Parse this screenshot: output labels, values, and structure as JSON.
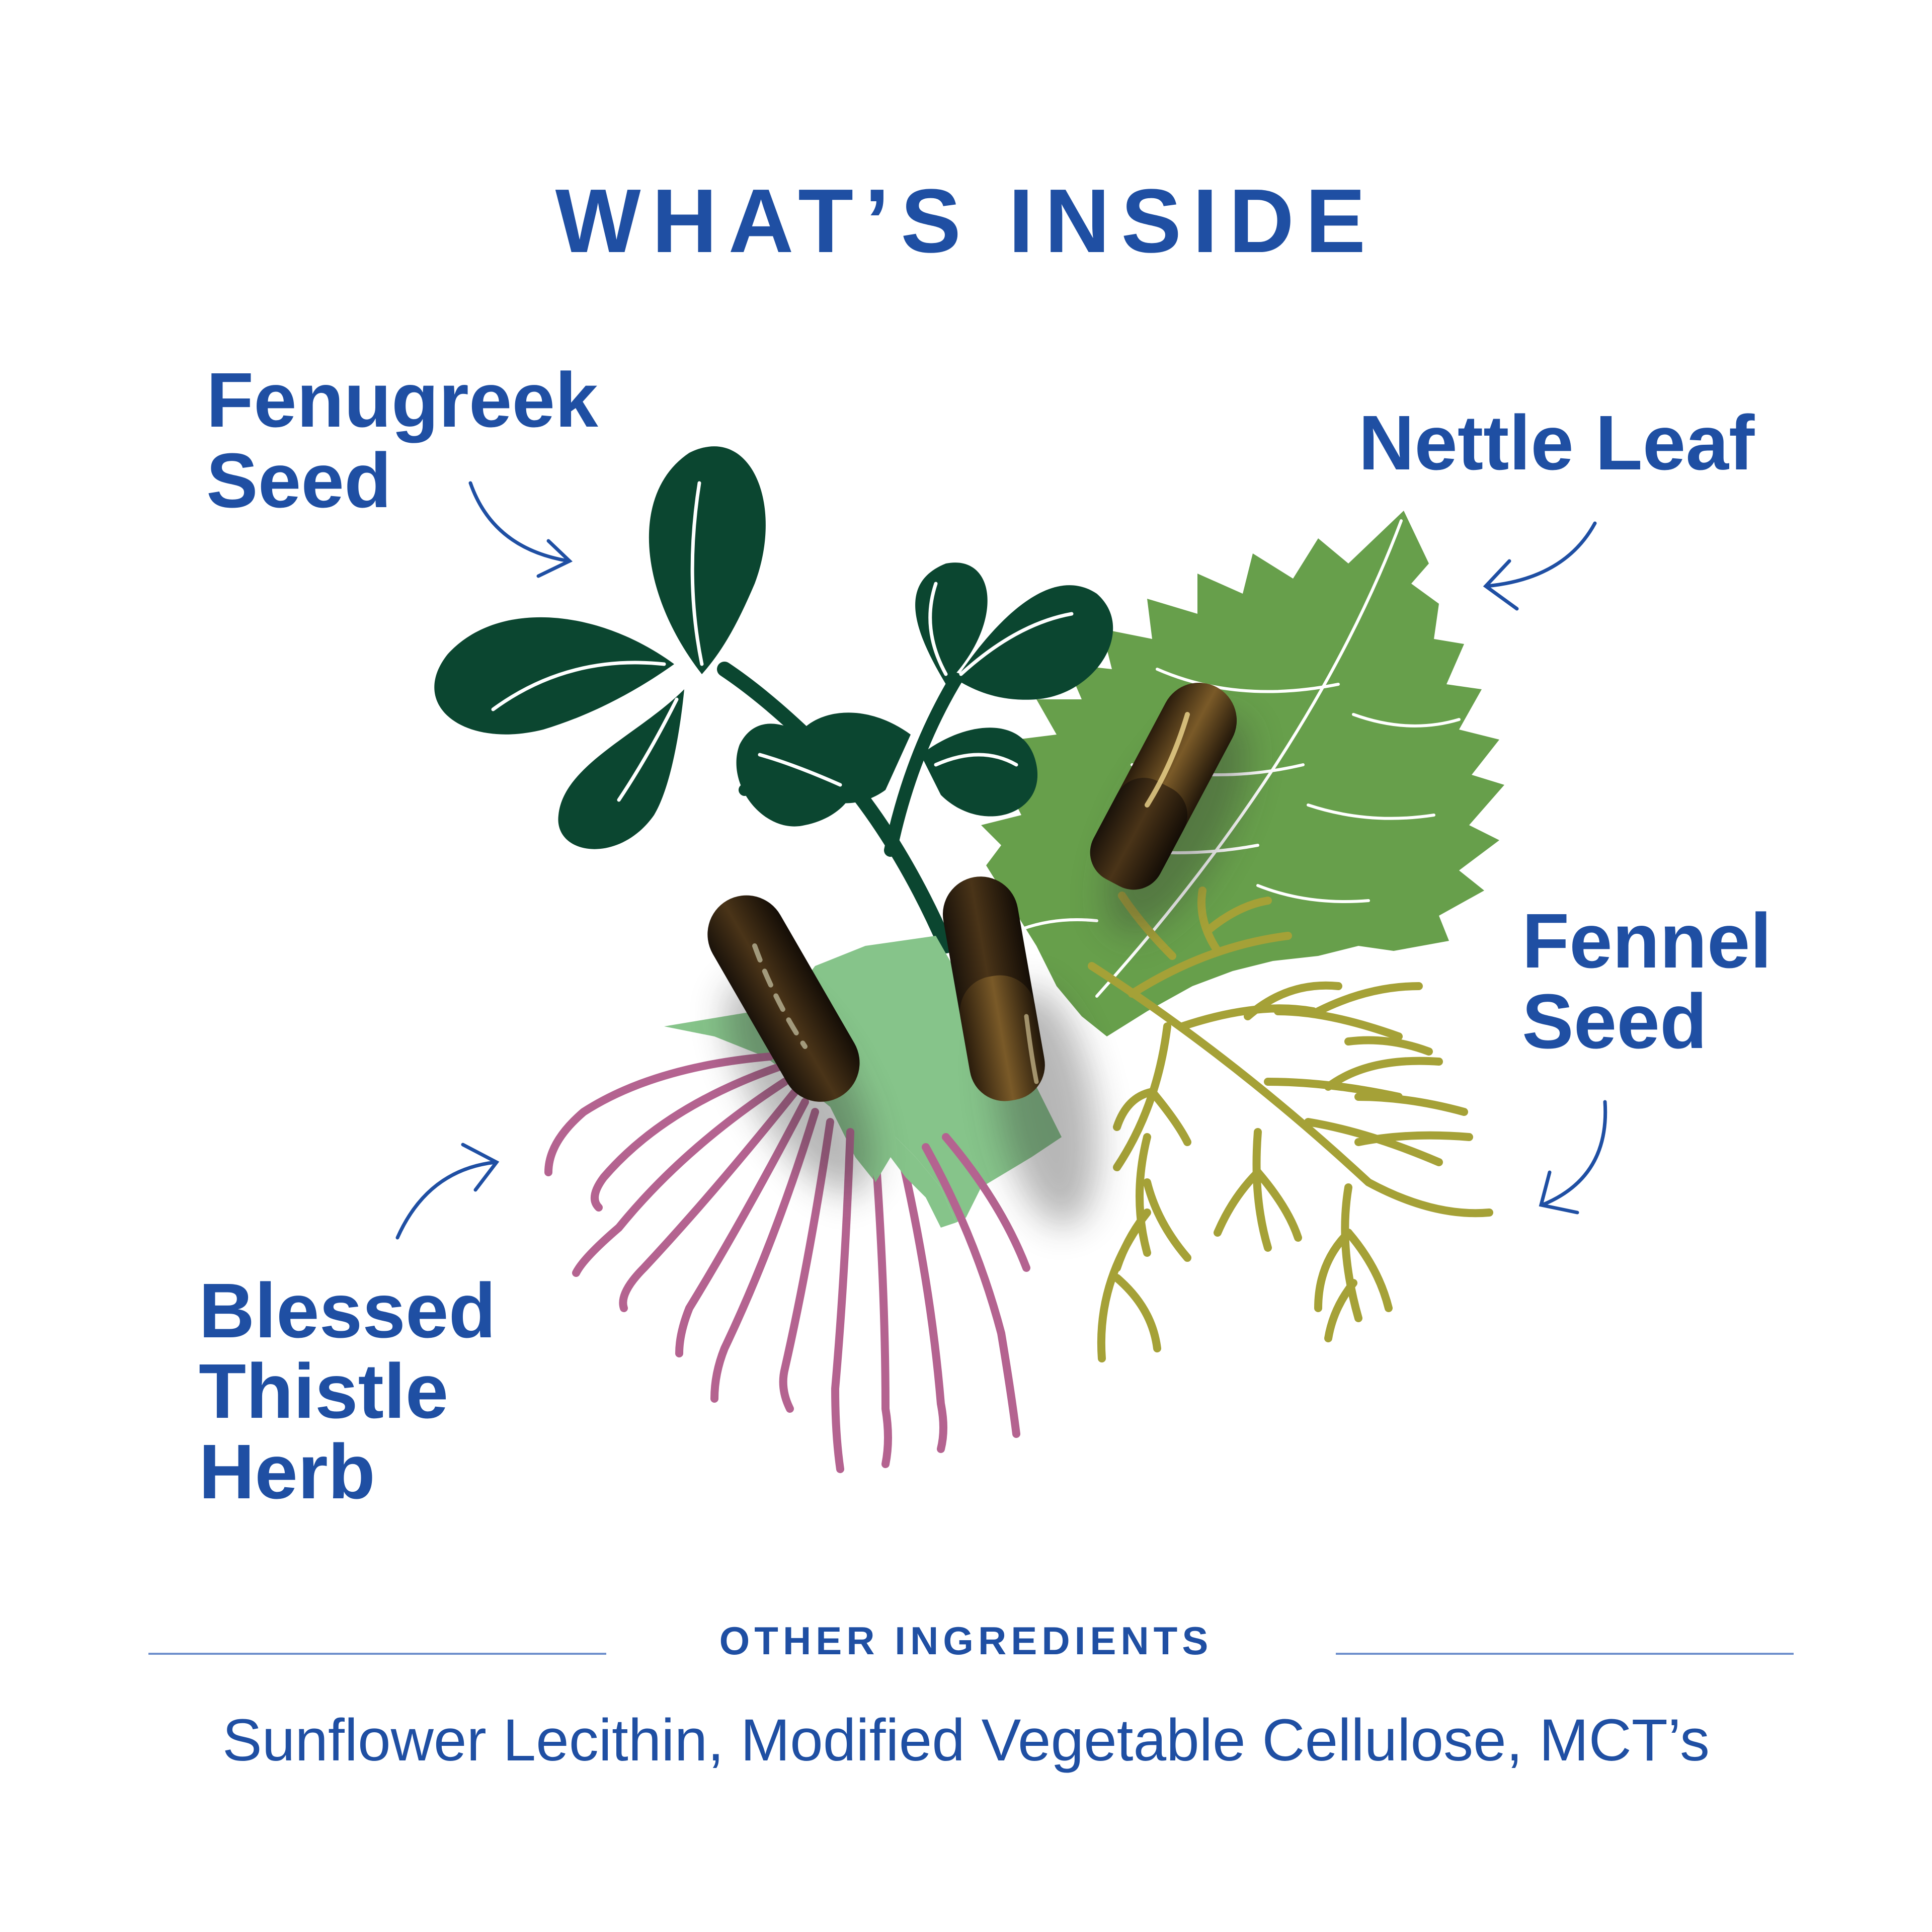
{
  "heading": "WHAT’S INSIDE",
  "ingredients": {
    "fenugreek": "Fenugreek\nSeed",
    "nettle": "Nettle Leaf",
    "fennel": "Fennel\nSeed",
    "thistle": "Blessed\nThistle\nHerb"
  },
  "other": {
    "heading": "OTHER INGREDIENTS",
    "list": "Sunflower Lecithin, Modified Vegetable Cellulose, MCT’s"
  },
  "colors": {
    "text_blue": "#1f4fa3",
    "fenugreek_dark_green": "#0b4630",
    "nettle_green": "#679f4b",
    "thistle_light_green": "#86c48a",
    "thistle_pink": "#b46390",
    "fennel_olive": "#a5a137",
    "capsule_dark": "#2a1c10"
  },
  "icons": [
    "fenugreek-illustration",
    "nettle-leaf-illustration",
    "fennel-illustration",
    "blessed-thistle-illustration",
    "capsule-icon",
    "arrow-icon"
  ]
}
